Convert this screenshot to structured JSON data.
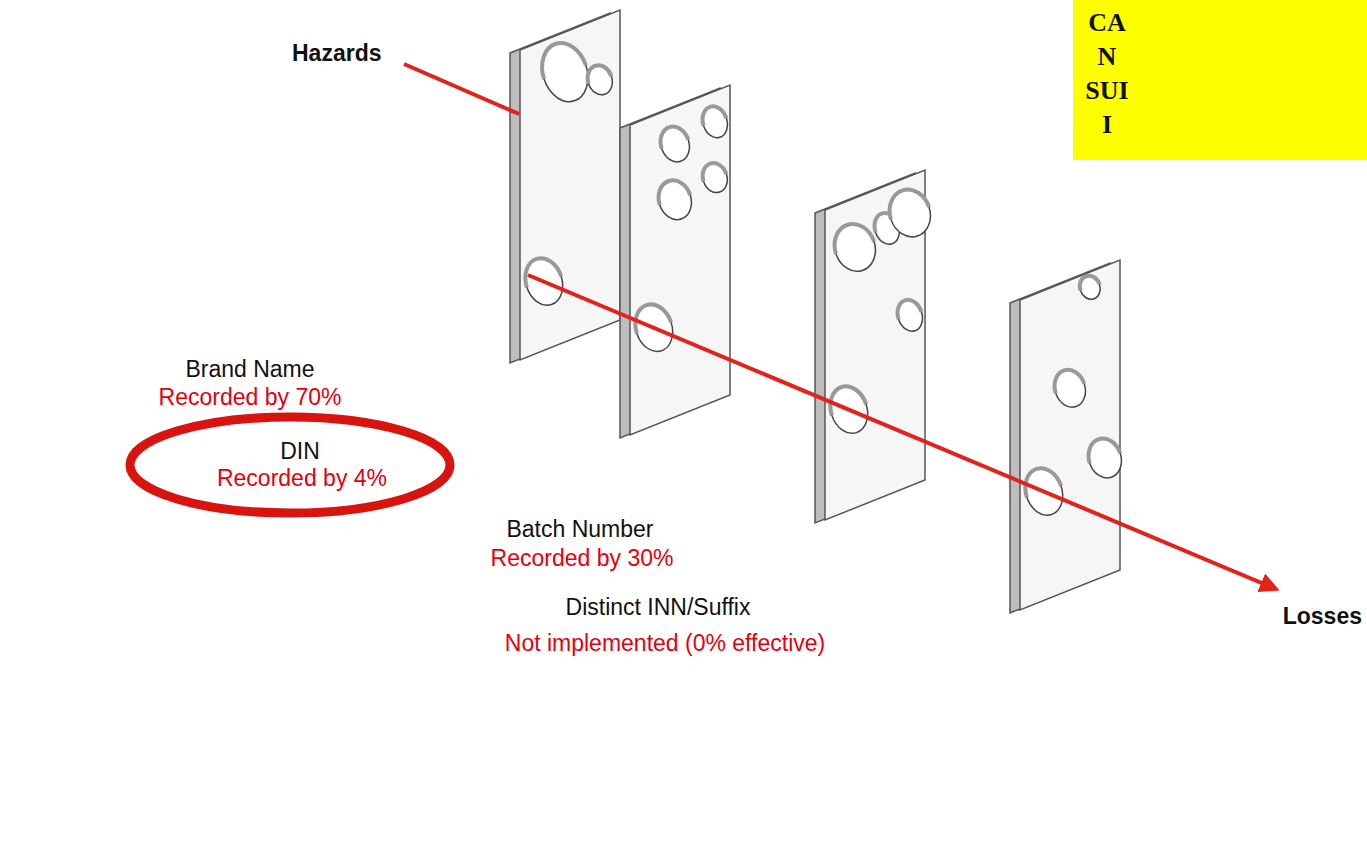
{
  "diagram": {
    "nodes": [
      {
        "text": [
          "CA N SUI I"
        ]
      }
    ],
    "labels": [
      "Hazards",
      "Brand Name",
      "Recorded by 70%",
      "DIN",
      "Recorded by 4%",
      "Batch Number",
      "Recorded by 30%",
      "Distinct INN/Suffix",
      "Not implemented (0% effective)",
      "Losses"
    ]
  }
}
